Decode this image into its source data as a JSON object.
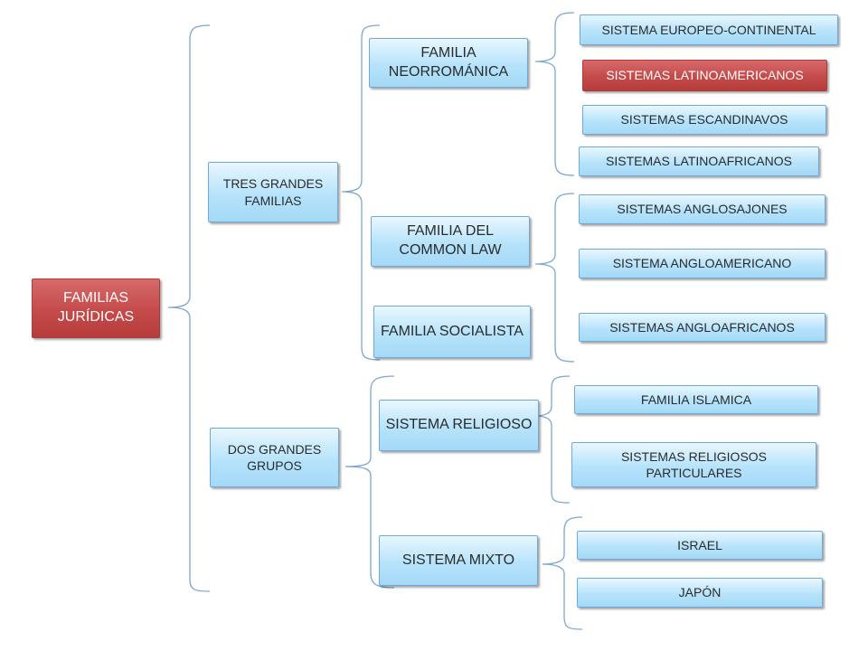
{
  "root": "FAMILIAS JURÍDICAS",
  "level1": [
    "TRES GRANDES FAMILIAS",
    "DOS GRANDES GRUPOS"
  ],
  "level2": [
    "FAMILIA NEORROMÁNICA",
    "FAMILIA DEL COMMON LAW",
    "FAMILIA SOCIALISTA",
    "SISTEMA RELIGIOSO",
    "SISTEMA MIXTO"
  ],
  "level3": [
    "SISTEMA EUROPEO-CONTINENTAL",
    "SISTEMAS LATINOAMERICANOS",
    "SISTEMAS ESCANDINAVOS",
    "SISTEMAS LATINOAFRICANOS",
    "SISTEMAS ANGLOSAJONES",
    "SISTEMA ANGLOAMERICANO",
    "SISTEMAS ANGLOAFRICANOS",
    "FAMILIA ISLAMICA",
    "SISTEMAS RELIGIOSOS PARTICULARES",
    "ISRAEL",
    "JAPÓN"
  ],
  "colors": {
    "box_fill": "#b6e3fb",
    "box_border": "#6fa8dc",
    "highlight": "#c54a4a",
    "bracket": "#7ea6cf"
  }
}
